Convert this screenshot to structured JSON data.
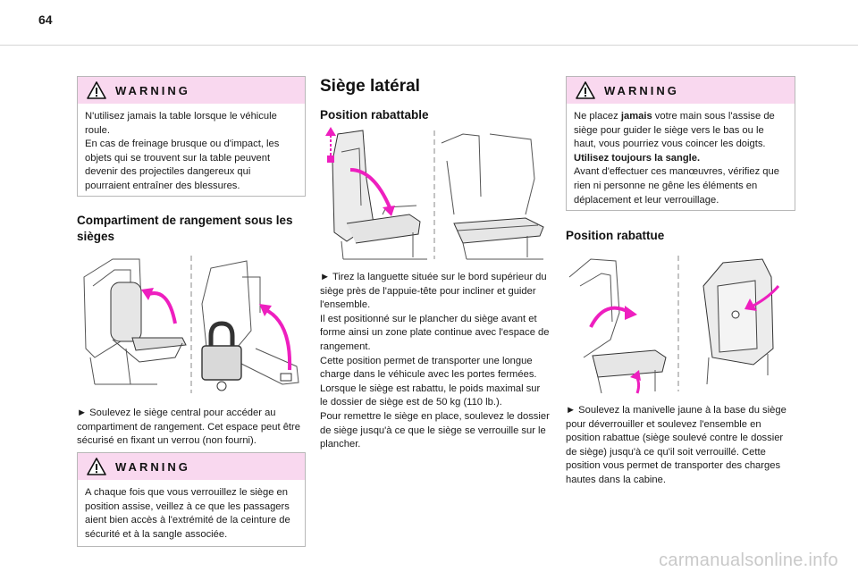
{
  "page_number": "64",
  "column1": {
    "warning1": {
      "heading": "WARNING",
      "lines": [
        "N'utilisez jamais la table lorsque le véhicule roule.",
        "En cas de freinage brusque ou d'impact, les objets qui se trouvent sur la table peuvent devenir des projectiles dangereux qui pourraient entraîner des blessures."
      ]
    },
    "storage_heading": "Compartiment de rangement sous les sièges",
    "storage_text": "► Soulevez le siège central pour accéder au compartiment de rangement. Cet espace peut être sécurisé en fixant un verrou (non fourni).",
    "warning2": {
      "heading": "WARNING",
      "text": "A chaque fois que vous verrouillez le siège en position assise, veillez à ce que les passagers aient bien accès à l'extrémité de la ceinture de sécurité et à la sangle associée."
    }
  },
  "column2": {
    "title": "Siège latéral",
    "folding_heading": "Position rabattable",
    "paragraphs": [
      "► Tirez la languette située sur le bord supérieur du siège près de l'appuie-tête pour incliner et guider l'ensemble.",
      "Il est positionné sur le plancher du siège avant et forme ainsi un zone plate continue avec l'espace de rangement.",
      "Cette position permet de transporter une longue charge dans le véhicule avec les portes fermées.",
      "Lorsque le siège est rabattu, le poids maximal sur le dossier de siège est de 50 kg (110 lb.).",
      "Pour remettre le siège en place, soulevez le dossier de siège jusqu'à ce que le siège se verrouille sur le plancher."
    ]
  },
  "column3": {
    "warning": {
      "heading": "WARNING",
      "line1_pre": "Ne placez ",
      "line1_bold": "jamais",
      "line1_post": " votre main sous l'assise de siège pour guider le siège vers le bas ou le haut, vous pourriez vous coincer les doigts.",
      "bold_line": "Utilisez toujours la sangle.",
      "line3": "Avant d'effectuer ces manœuvres, vérifiez que rien ni personne ne gêne les éléments en déplacement et leur verrouillage."
    },
    "tipped_heading": "Position rabattue",
    "tipped_text": "► Soulevez la manivelle jaune à la base du siège pour déverrouiller et soulevez l'ensemble en position rabattue (siège soulevé contre le dossier de siège) jusqu'à ce qu'il soit verrouillé. Cette position vous permet de transporter des charges hautes dans la cabine."
  },
  "watermark": "carmanualsonline.info",
  "colors": {
    "warning_header_bg": "#f9d8ef",
    "arrow_magenta": "#ee1fbf",
    "rule_gray": "#d6d6d6"
  }
}
